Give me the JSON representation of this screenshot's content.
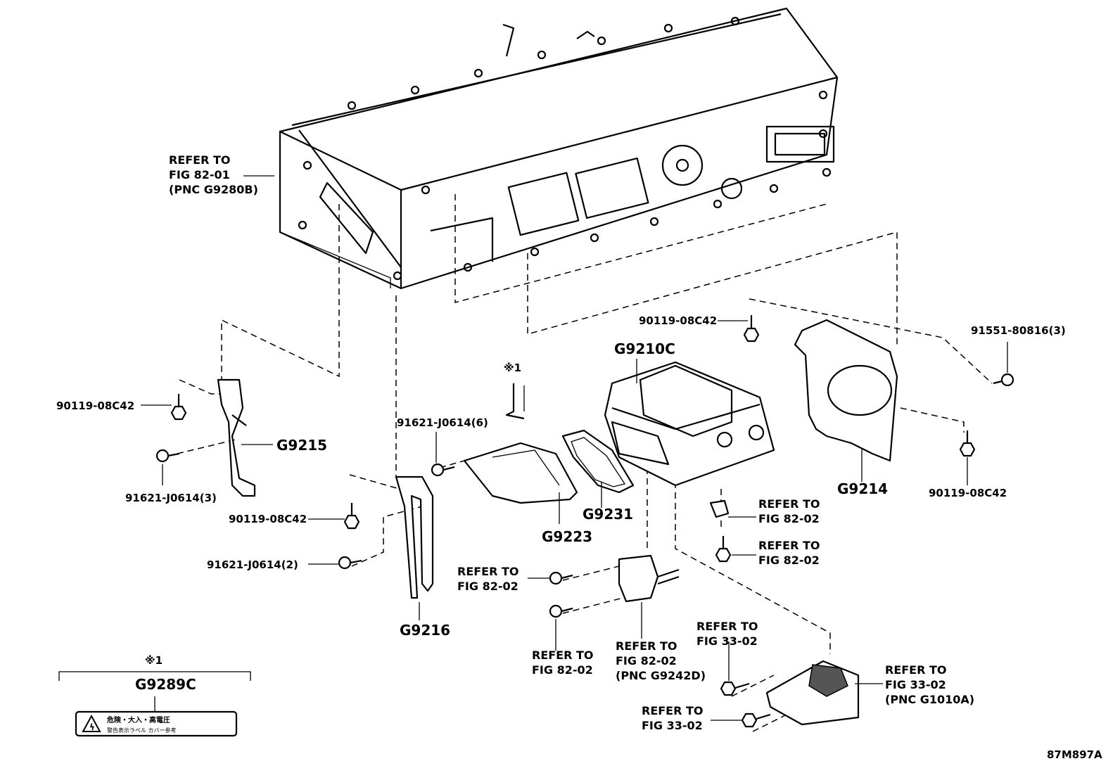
{
  "parts": {
    "g9210c": "G9210C",
    "g9214": "G9214",
    "g9215": "G9215",
    "g9216": "G9216",
    "g9223": "G9223",
    "g9231": "G9231",
    "g9289c": "G9289C"
  },
  "fasteners": {
    "b_90119_top": "90119-08C42",
    "b_91551": "91551-80816(3)",
    "b_90119_left": "90119-08C42",
    "b_91621_6": "91621-J0614(6)",
    "b_91621_3": "91621-J0614(3)",
    "b_90119_mid": "90119-08C42",
    "b_91621_2": "91621-J0614(2)",
    "b_90119_right": "90119-08C42"
  },
  "notes": {
    "mark1": "※1",
    "mark1_label": "※1",
    "caution_jp1": "危険・大入・高電圧",
    "caution_jp2": "警告表示ラベル カバー参考"
  },
  "refs": {
    "fig8201": [
      "REFER TO",
      "FIG 82-01",
      "(PNC G9280B)"
    ],
    "r_a": [
      "REFER TO",
      "FIG 82-02"
    ],
    "r_b": [
      "REFER TO",
      "FIG 82-02"
    ],
    "r_c": [
      "REFER TO",
      "FIG 82-02"
    ],
    "r_d": [
      "REFER TO",
      "FIG 82-02"
    ],
    "r_e": [
      "REFER TO",
      "FIG 82-02",
      "(PNC G9242D)"
    ],
    "r_f": [
      "REFER TO",
      "FIG 33-02"
    ],
    "r_g": [
      "REFER TO",
      "FIG 33-02",
      "(PNC G1010A)"
    ],
    "r_h": [
      "REFER TO",
      "FIG 33-02"
    ]
  },
  "figure_code": "87M897A"
}
